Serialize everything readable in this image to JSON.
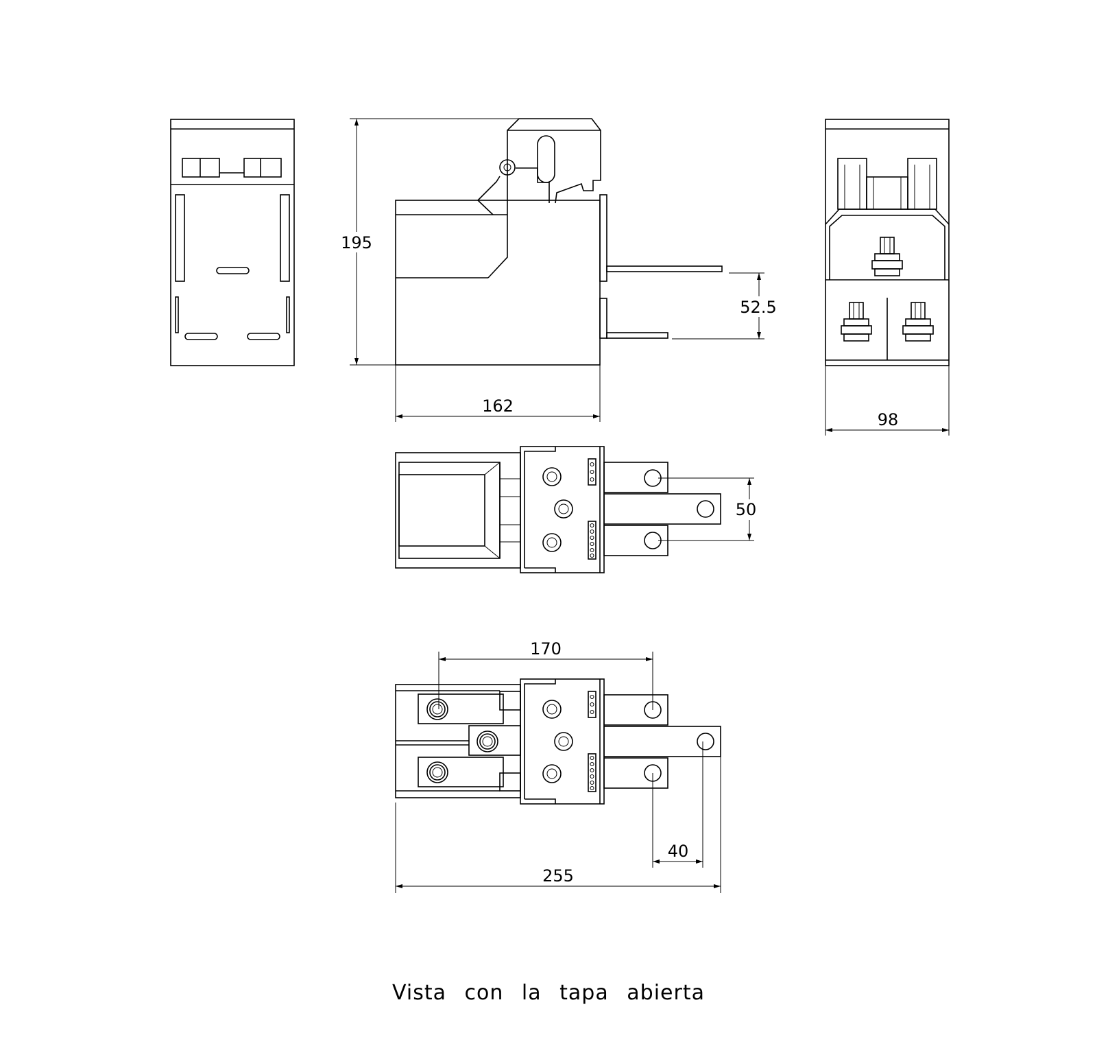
{
  "dimensions": {
    "height": "195",
    "length": "162",
    "width": "98",
    "terminal_offset": "52.5",
    "terminal_pitch": "50",
    "hole_spacing": "170",
    "bar_offset": "40",
    "overall_length": "255"
  },
  "caption": "Vista con la tapa abierta",
  "colors": {
    "line": "#000000",
    "background": "#ffffff"
  }
}
